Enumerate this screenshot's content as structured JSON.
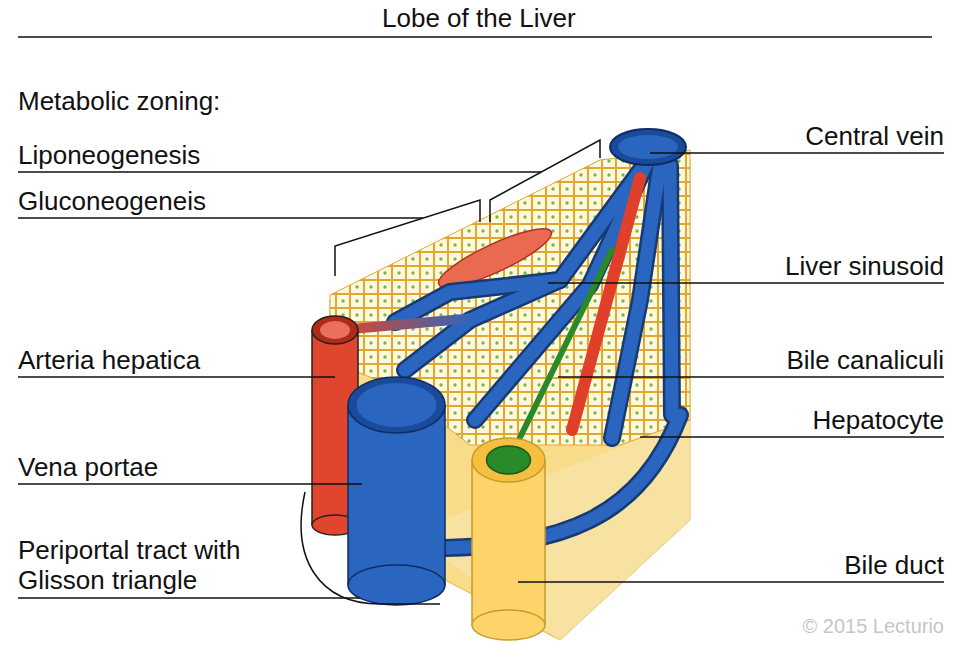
{
  "diagram": {
    "title": "Lobe of the Liver",
    "labels": [
      "Metabolic zoning:",
      "Liponeogenesis",
      "Gluconeogeneis",
      "Central vein",
      "Liver sinusoid",
      "Bile canaliculi",
      "Hepatocyte",
      "Arteria hepatica",
      "Vena portae",
      "Periportal tract with Glisson triangle",
      "Bile duct",
      "© 2015 Lecturio"
    ]
  }
}
